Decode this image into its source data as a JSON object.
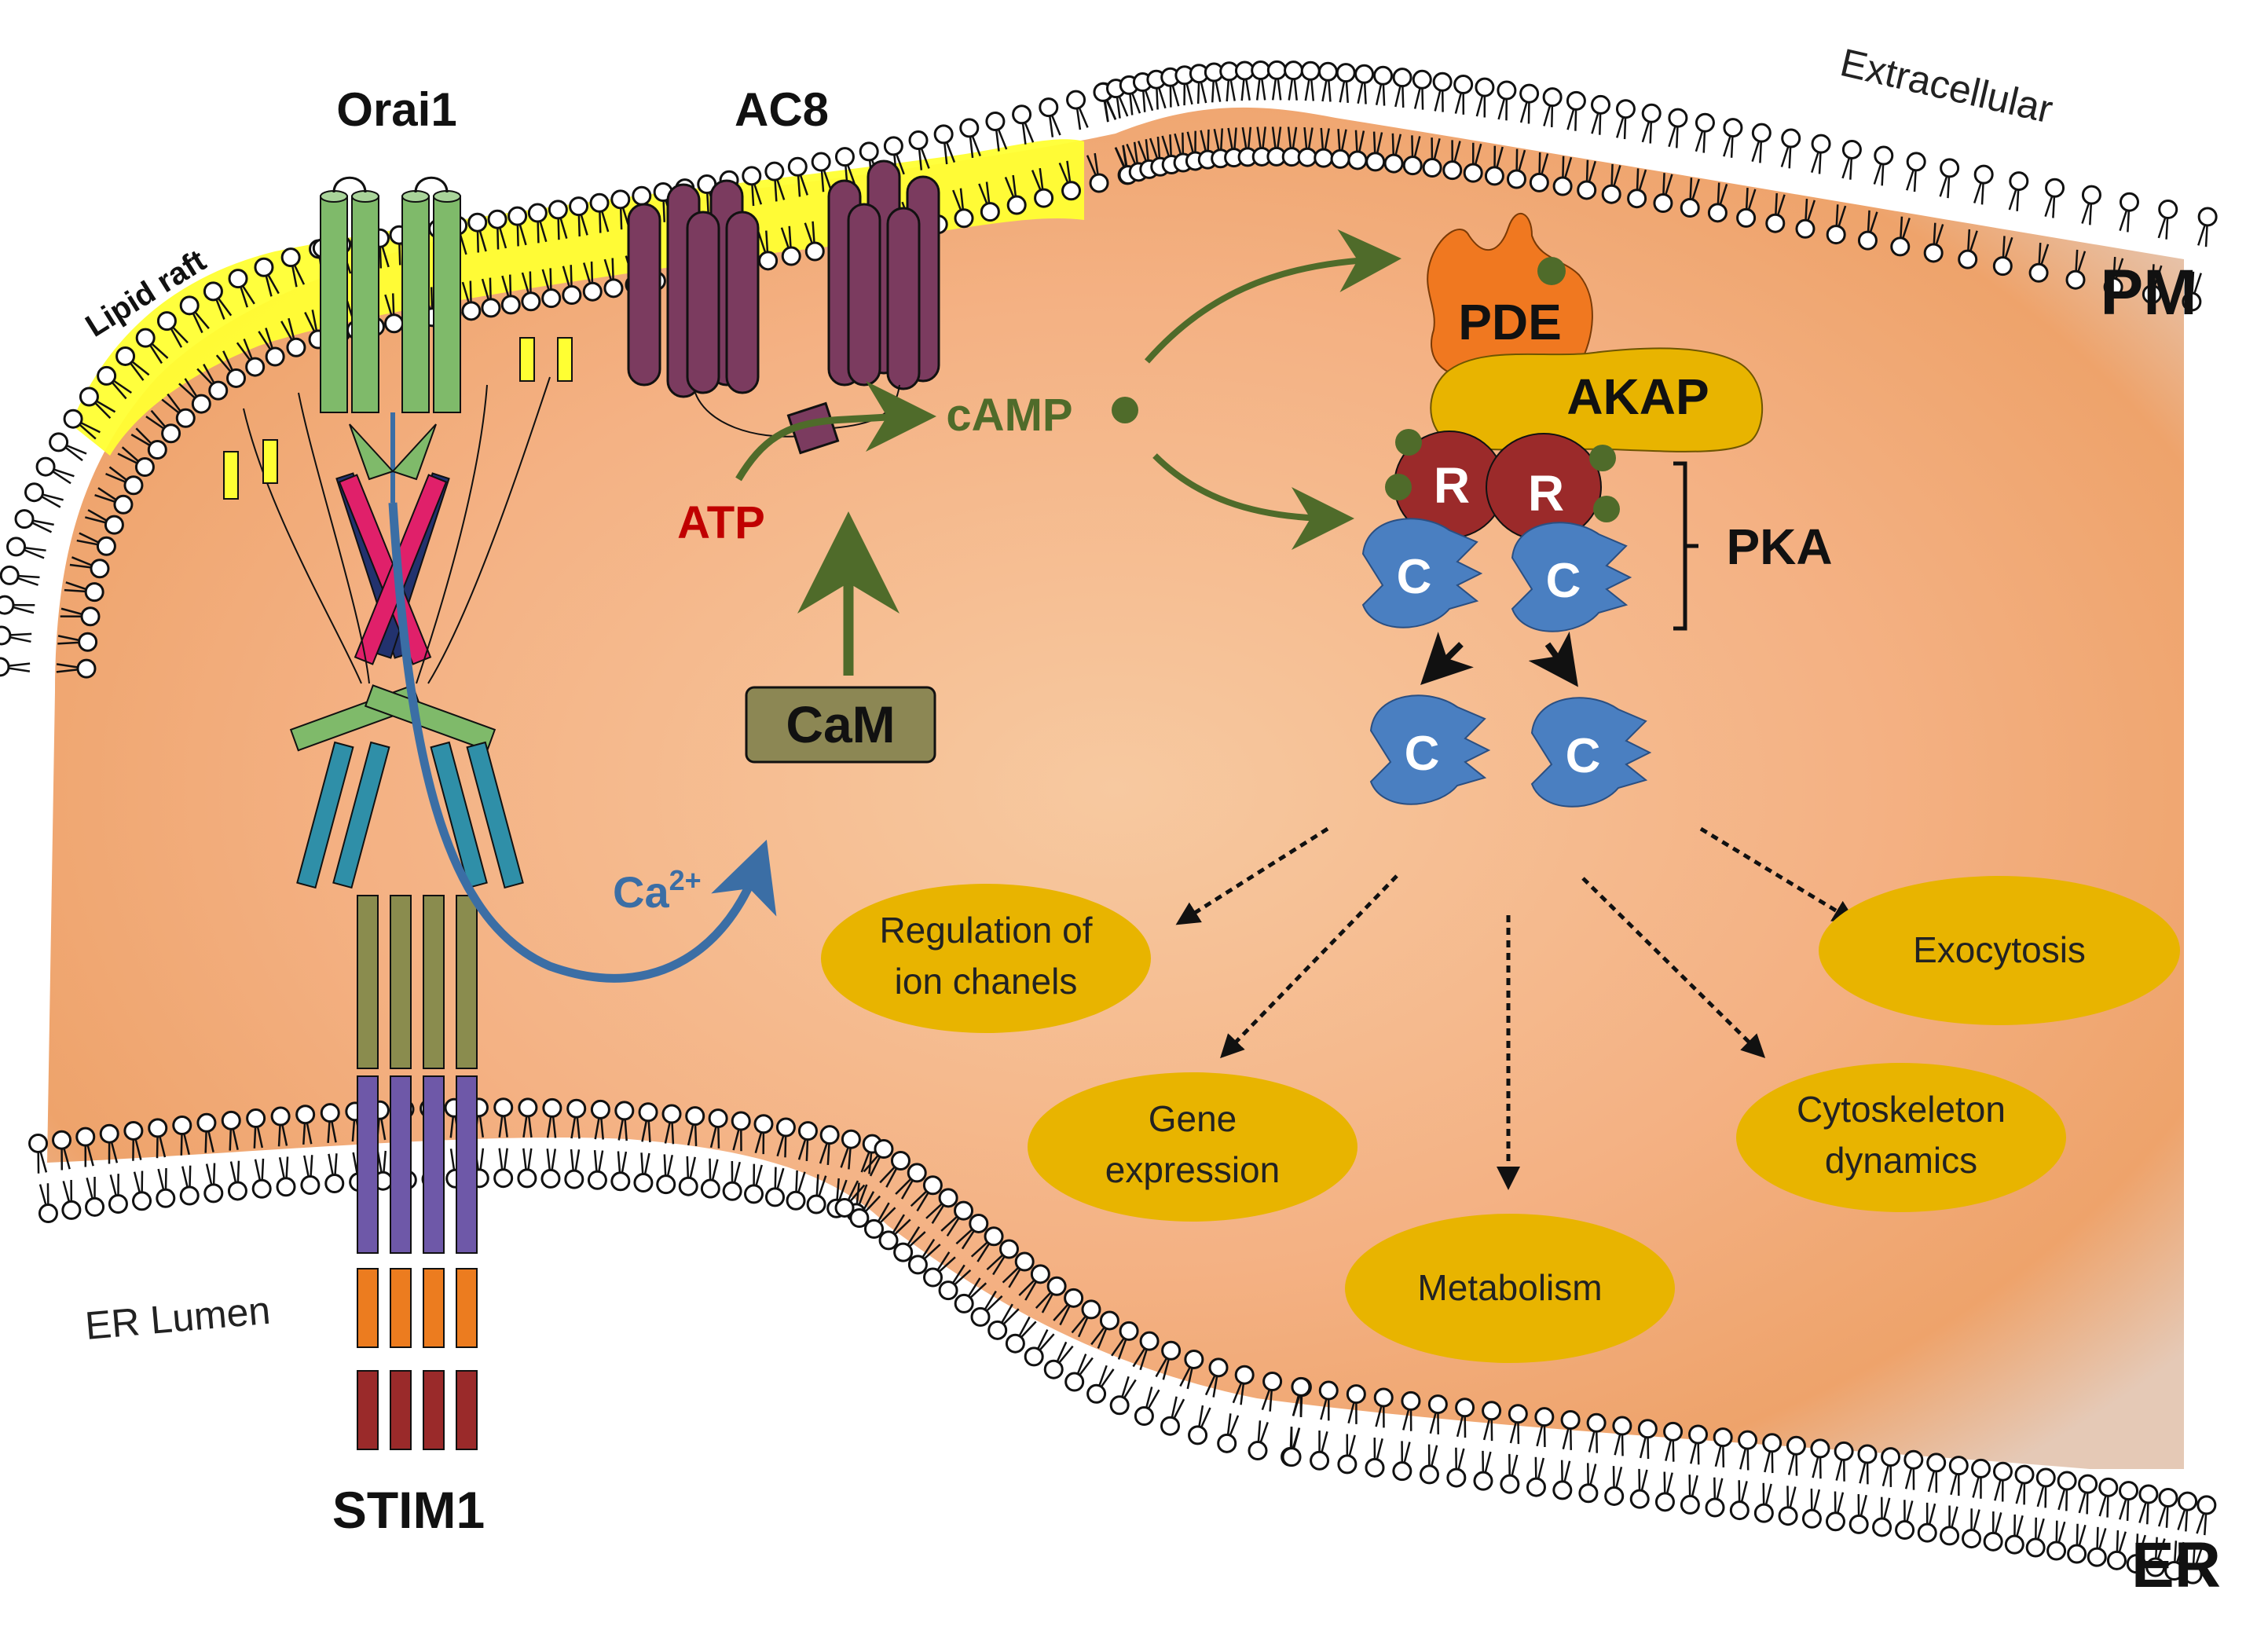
{
  "diagram": {
    "labels": {
      "orai1": "Orai1",
      "ac8": "AC8",
      "lipid_raft": "Lipid raft",
      "extracellular": "Extracellular",
      "pm": "PM",
      "er": "ER",
      "er_lumen": "ER Lumen",
      "stim1": "STIM1"
    },
    "molecules": {
      "atp": "ATP",
      "camp": "cAMP",
      "cam": "CaM",
      "ca": "Ca",
      "ca_charge": "2+",
      "pde": "PDE",
      "akap": "AKAP",
      "pka": "PKA",
      "regulatory": "R",
      "catalytic": "C"
    },
    "outcomes": {
      "ion_line1": "Regulation of",
      "ion_line2": "ion chanels",
      "gene_line1": "Gene",
      "gene_line2": "expression",
      "metabolism": "Metabolism",
      "cyto_line1": "Cytoskeleton",
      "cyto_line2": "dynamics",
      "exocytosis": "Exocytosis"
    },
    "colors": {
      "cytosol": "#f4b183",
      "lipid_raft": "#ffff33",
      "orai_green": "#7fba6a",
      "ac8_purple": "#7b3b5f",
      "camp_green": "#4f6b2a",
      "atp_red": "#c00000",
      "ca_blue": "#3b6ea5",
      "cam_fill": "#8c8754",
      "pde_orange": "#f07820",
      "akap_yellow": "#e8b400",
      "r_red": "#9b2a2a",
      "c_blue": "#4a7fc1",
      "bubble": "#e8b400"
    }
  }
}
